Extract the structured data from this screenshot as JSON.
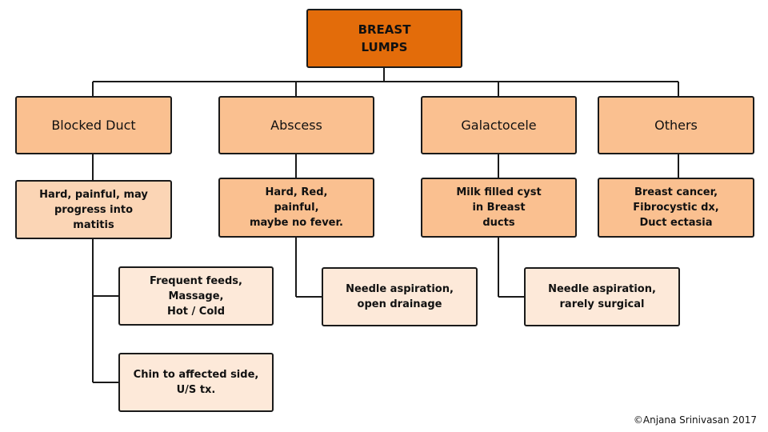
{
  "root": {
    "label": "BREAST\nLUMPS"
  },
  "categories": [
    {
      "label": "Blocked Duct",
      "description": "Hard, painful, may\nprogress into\nmatitis",
      "description_fill": "#fbd5b5",
      "treatments": [
        "Frequent feeds,\nMassage,\nHot / Cold",
        "Chin to affected side,\nU/S tx."
      ]
    },
    {
      "label": "Abscess",
      "description": "Hard, Red,\npainful,\nmaybe no fever.",
      "description_fill": "#fac090",
      "treatments": [
        "Needle aspiration,\nopen drainage"
      ]
    },
    {
      "label": "Galactocele",
      "description": "Milk filled cyst\nin Breast\nducts",
      "description_fill": "#fac090",
      "treatments": [
        "Needle aspiration,\nrarely surgical"
      ]
    },
    {
      "label": "Others",
      "description": "Breast cancer,\nFibrocystic dx,\nDuct ectasia",
      "description_fill": "#fac090",
      "treatments": []
    }
  ],
  "colors": {
    "root_fill": "#e36c0a",
    "category_fill": "#fac090",
    "treatment_fill": "#fde9d9",
    "line": "#1a1a1a"
  },
  "footer": "©Anjana Srinivasan 2017"
}
